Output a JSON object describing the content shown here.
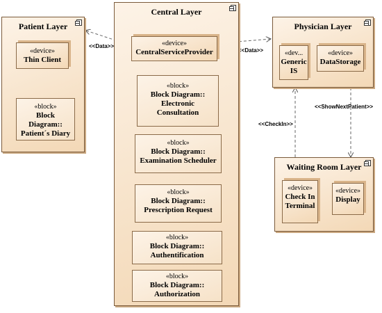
{
  "layers": {
    "patient": {
      "title": "Patient Layer",
      "nodes": [
        {
          "stereotype": "«device»",
          "name": "Thin Client"
        },
        {
          "stereotype": "«block»",
          "name": "Block\nDiagram::\nPatient´s Diary"
        }
      ]
    },
    "central": {
      "title": "Central Layer",
      "device": {
        "stereotype": "«device»",
        "name": "CentralServiceProvider"
      },
      "blocks": [
        {
          "stereotype": "«block»",
          "name": "Block Diagram::\nElectronic\nConsultation"
        },
        {
          "stereotype": "«block»",
          "name": "Block Diagram::\nExamination Scheduler"
        },
        {
          "stereotype": "«block»",
          "name": "Block Diagram::\nPrescription Request"
        },
        {
          "stereotype": "«block»",
          "name": "Block Diagram::\nAuthentification"
        },
        {
          "stereotype": "«block»",
          "name": "Block Diagram::\nAuthorization"
        }
      ]
    },
    "physician": {
      "title": "Physician Layer",
      "nodes": [
        {
          "stereotype": "«dev...",
          "name": "Generic\nIS"
        },
        {
          "stereotype": "«device»",
          "name": "DataStorage"
        }
      ]
    },
    "waiting": {
      "title": "Waiting Room Layer",
      "nodes": [
        {
          "stereotype": "«device»",
          "name": "Check In\nTerminal"
        },
        {
          "stereotype": "«device»",
          "name": "Display"
        }
      ]
    }
  },
  "edges": {
    "patient_central": "<<Data>>",
    "central_physician": "<<Data>>",
    "checkin": "<<CheckIn>>",
    "show_next": "<<ShowNextPatient>>"
  }
}
